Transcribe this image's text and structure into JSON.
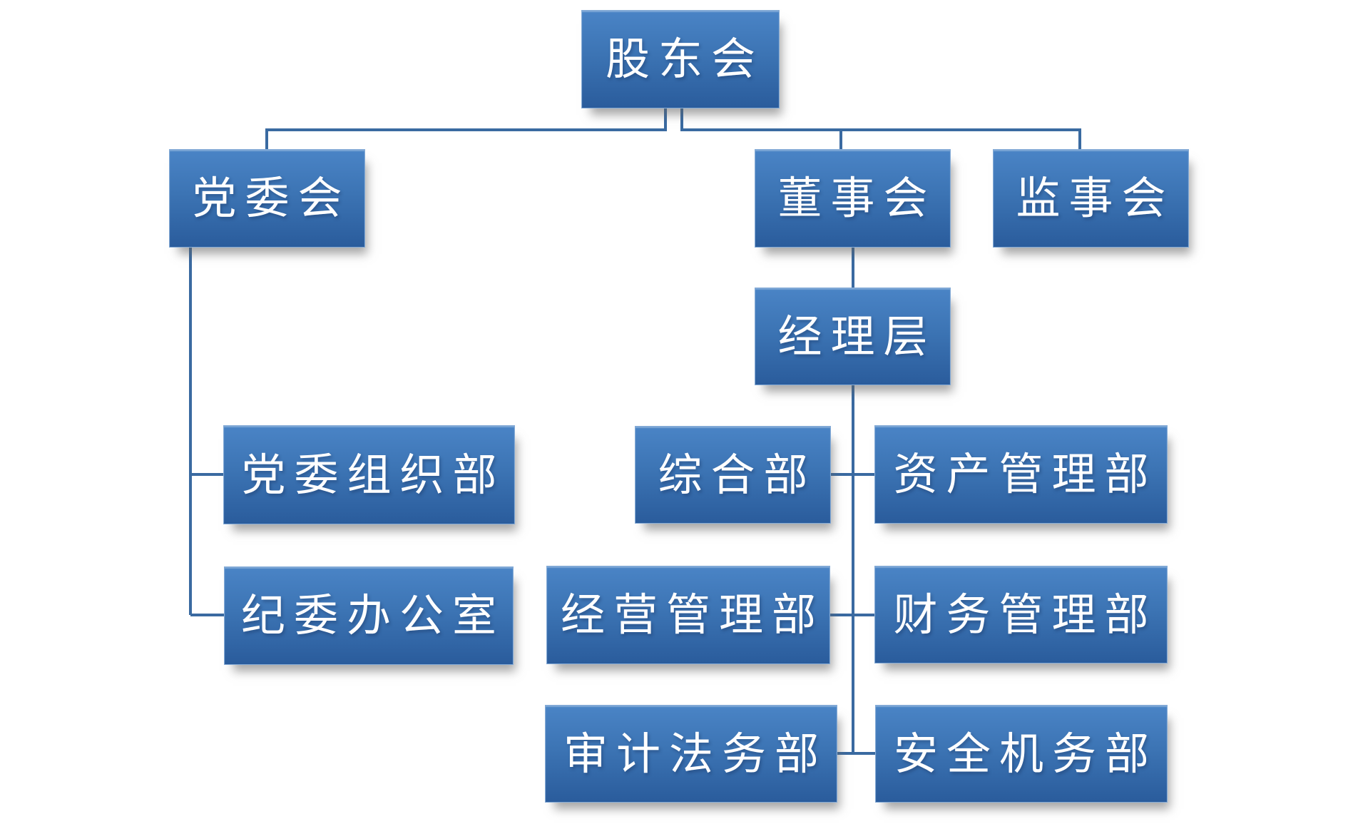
{
  "diagram": {
    "type": "org-chart",
    "nodes": [
      {
        "id": "shareholders-meeting",
        "label": "股东会",
        "level": 1
      },
      {
        "id": "party-committee",
        "label": "党委会",
        "level": 2
      },
      {
        "id": "board-of-directors",
        "label": "董事会",
        "level": 2
      },
      {
        "id": "supervisory-board",
        "label": "监事会",
        "level": 2
      },
      {
        "id": "management-team",
        "label": "经理层",
        "level": 3
      },
      {
        "id": "party-organization-dept",
        "label": "党委组织部",
        "level": 4
      },
      {
        "id": "discipline-inspection-office",
        "label": "纪委办公室",
        "level": 4
      },
      {
        "id": "general-dept",
        "label": "综合部",
        "level": 4
      },
      {
        "id": "asset-management-dept",
        "label": "资产管理部",
        "level": 4
      },
      {
        "id": "operations-management-dept",
        "label": "经营管理部",
        "level": 4
      },
      {
        "id": "financial-management-dept",
        "label": "财务管理部",
        "level": 4
      },
      {
        "id": "audit-legal-dept",
        "label": "审计法务部",
        "level": 4
      },
      {
        "id": "safety-equipment-dept",
        "label": "安全机务部",
        "level": 4
      }
    ],
    "edges": [
      {
        "from": "股东会",
        "to": "党委会"
      },
      {
        "from": "股东会",
        "to": "董事会"
      },
      {
        "from": "股东会",
        "to": "监事会"
      },
      {
        "from": "董事会",
        "to": "经理层"
      },
      {
        "from": "党委会",
        "to": "党委组织部"
      },
      {
        "from": "党委会",
        "to": "纪委办公室"
      },
      {
        "from": "经理层",
        "to": "综合部"
      },
      {
        "from": "经理层",
        "to": "资产管理部"
      },
      {
        "from": "经理层",
        "to": "经营管理部"
      },
      {
        "from": "经理层",
        "to": "财务管理部"
      },
      {
        "from": "经理层",
        "to": "审计法务部"
      },
      {
        "from": "经理层",
        "to": "安全机务部"
      }
    ],
    "colors": {
      "node_fill_top": "#4A84C6",
      "node_fill_bottom": "#2A5C9C",
      "node_border": "#85ABD6",
      "connector": "#3A6AA1",
      "text": "#FFFFFF",
      "background": "#FFFFFF"
    }
  }
}
